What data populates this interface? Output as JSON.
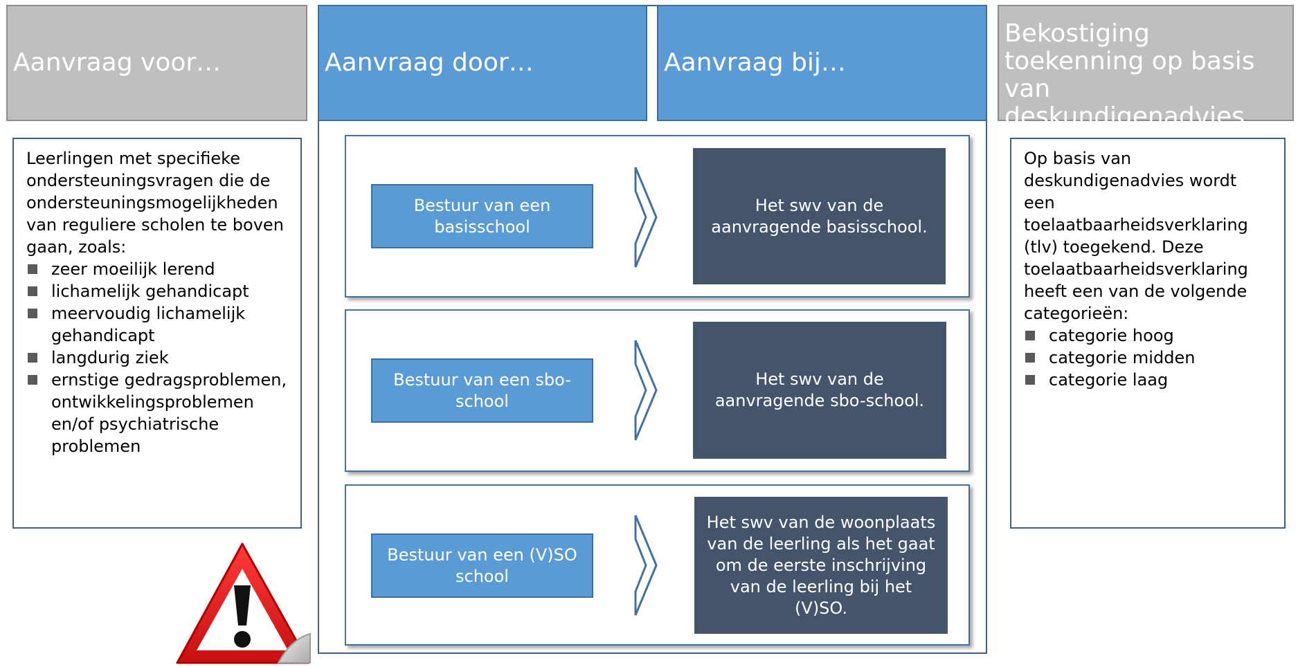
{
  "headers": {
    "voor": "Aanvraag voor…",
    "door": "Aanvraag door…",
    "bij": "Aanvraag bij…",
    "bekostiging": "Bekostiging toekenning op basis van deskundigenadvies…"
  },
  "left_panel": {
    "intro": "Leerlingen met specifieke ondersteuningsvragen die de ondersteuningsmogelijkheden van reguliere scholen te boven gaan, zoals:",
    "items": [
      "zeer moeilijk lerend",
      "lichamelijk gehandicapt",
      "meervoudig lichamelijk gehandicapt",
      "langdurig ziek",
      "ernstige gedragsproblemen, ontwikkelingsproblemen en/of psychiatrische problemen"
    ]
  },
  "rows": [
    {
      "door": "Bestuur van een basisschool",
      "bij": "Het swv van de aanvragende basisschool."
    },
    {
      "door": "Bestuur van een sbo-school",
      "bij": "Het swv van de aanvragende sbo-school."
    },
    {
      "door": "Bestuur van een (V)SO school",
      "bij": "Het swv van de woonplaats van de leerling als het gaat om de eerste inschrijving van de leerling bij het (V)SO."
    }
  ],
  "right_panel": {
    "intro": "Op basis van deskundigenadvies wordt een toelaatbaarheidsverklaring (tlv) toegekend. Deze toelaatbaarheidsverklaring heeft een van de volgende categorieën:",
    "items": [
      "categorie hoog",
      "categorie midden",
      "categorie laag"
    ]
  },
  "icons": {
    "warning": "warning-icon"
  },
  "colors": {
    "header_gray": "#bfbfbf",
    "header_blue": "#5b9bd5",
    "dark_box": "#44546a",
    "border": "#3e5f86",
    "warning_red": "#e02020"
  }
}
